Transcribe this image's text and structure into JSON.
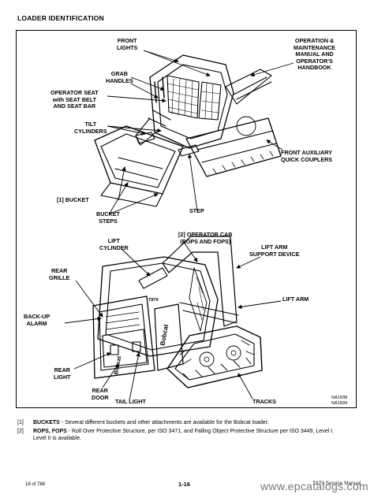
{
  "header": {
    "title": "LOADER IDENTIFICATION"
  },
  "labels_top": {
    "front_lights": "FRONT\nLIGHTS",
    "operation_manual": "OPERATION &\nMAINTENANCE\nMANUAL AND\nOPERATOR'S\nHANDBOOK",
    "grab_handles": "GRAB\nHANDLES",
    "operator_seat": "OPERATOR SEAT\nwith SEAT BELT\nAND SEAT BAR",
    "tilt_cylinders": "TILT\nCYLINDERS",
    "front_aux": "FRONT AUXILIARY\nQUICK COUPLERS",
    "bucket": "[1] BUCKET",
    "bucket_steps": "BUCKET\nSTEPS",
    "step": "STEP"
  },
  "labels_bottom": {
    "lift_cylinder": "LIFT\nCYLINDER",
    "operator_cab": "[2] OPERATOR CAB\n(ROPS AND FOPS)",
    "lift_arm_support": "LIFT ARM\nSUPPORT DEVICE",
    "rear_grille": "REAR\nGRILLE",
    "lift_arm": "LIFT ARM",
    "backup_alarm": "BACK-UP\nALARM",
    "rear_light": "REAR\nLIGHT",
    "rear_door": "REAR\nDOOR",
    "tail_light": "TAIL LIGHT",
    "tracks": "TRACKS"
  },
  "figure_ids": {
    "a": "NA1838",
    "b": "NA1839"
  },
  "decals": {
    "brand": "Bobcat",
    "model": "T870"
  },
  "notes": [
    {
      "num": "[1]",
      "term": "BUCKETS",
      "text": " - Several different buckets and other attachments are available for the Bobcat loader."
    },
    {
      "num": "[2]",
      "term": "ROPS, FOPS",
      "text": " - Roll Over Protective Structure, per ISO 3471, and Falling Object Protective Structure per ISO 3449, Level I. Level II is available."
    }
  ],
  "footer": {
    "page_of": "18 of 788",
    "page_number": "1-16",
    "manual": "T870 Service Manual",
    "watermark": "www.epcatalogs.com"
  },
  "colors": {
    "ink": "#000000",
    "paper": "#ffffff",
    "watermark": "#777777"
  }
}
